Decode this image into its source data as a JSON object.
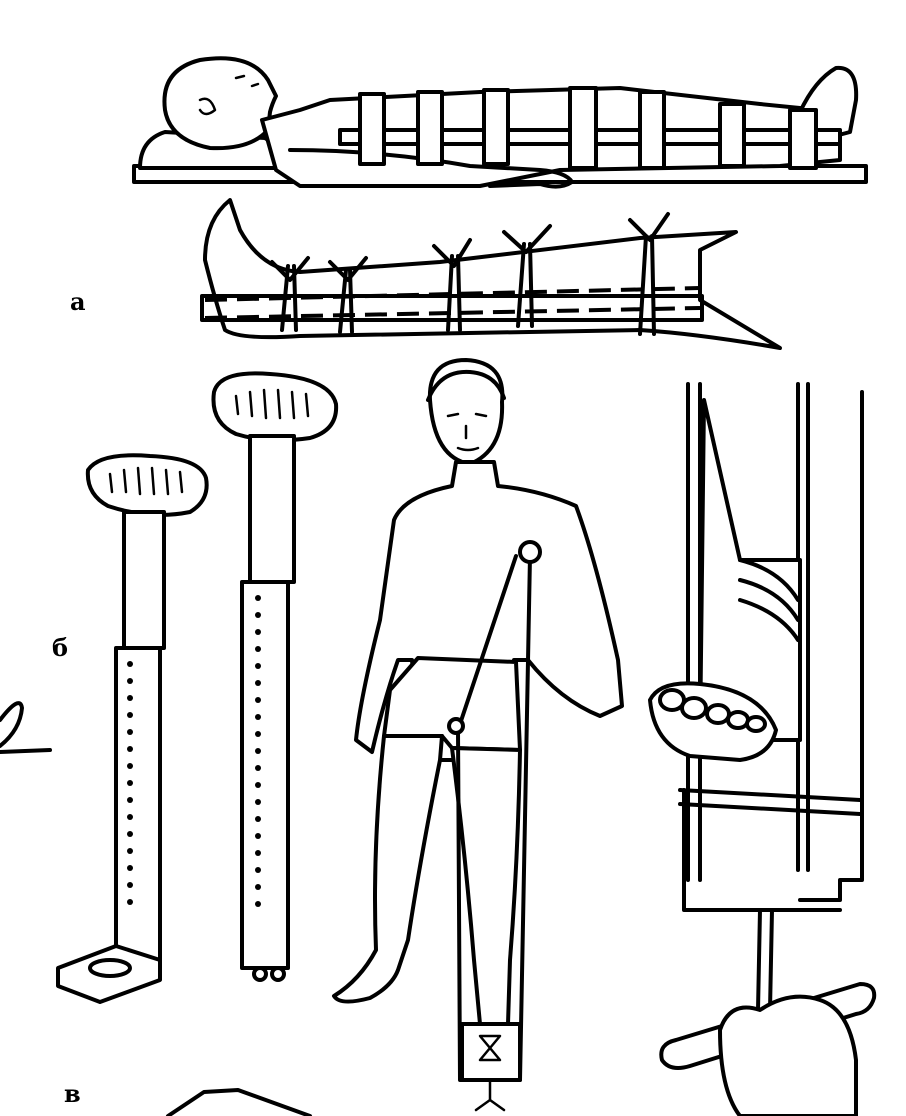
{
  "labels": {
    "a": "а",
    "b": "б",
    "v": "в"
  },
  "colors": {
    "ink": "#000000",
    "background": "#ffffff"
  }
}
